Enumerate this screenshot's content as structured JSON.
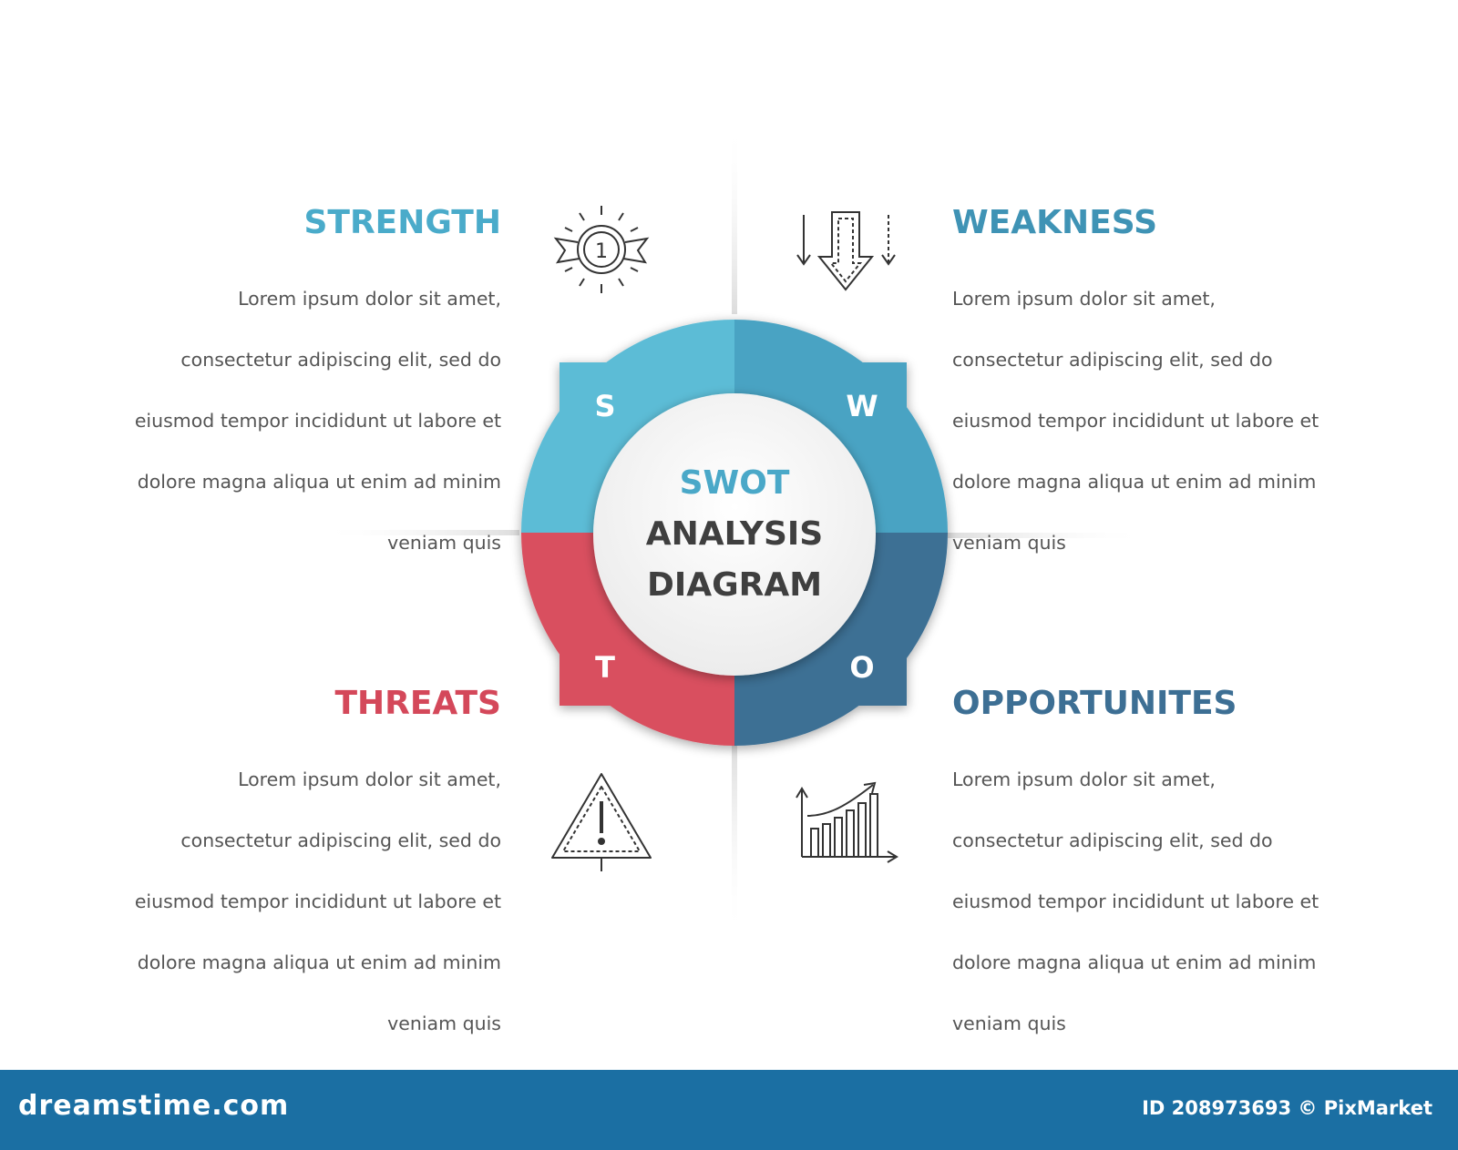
{
  "center": {
    "line1": "SWOT",
    "line2": "ANALYSIS",
    "line3": "DIAGRAM"
  },
  "quadrants": {
    "strength": {
      "letter": "S",
      "title": "STRENGTH",
      "color": "#5bbcd6",
      "icon": "award-medal-icon",
      "lines": [
        "Lorem ipsum dolor sit amet,",
        "consectetur adipiscing elit, sed do",
        "eiusmod tempor incididunt ut labore et",
        "dolore magna aliqua ut enim ad minim",
        "veniam quis"
      ]
    },
    "weakness": {
      "letter": "W",
      "title": "WEAKNESS",
      "color": "#4aa3c3",
      "icon": "down-arrows-icon",
      "lines": [
        "Lorem ipsum dolor sit amet,",
        "consectetur adipiscing elit, sed do",
        "eiusmod tempor incididunt ut labore et",
        "dolore magna aliqua ut enim ad minim",
        "veniam quis"
      ]
    },
    "opportunities": {
      "letter": "O",
      "title": "OPPORTUNITES",
      "color": "#3d6f94",
      "icon": "growth-chart-icon",
      "lines": [
        "Lorem ipsum dolor sit amet,",
        "consectetur adipiscing elit, sed do",
        "eiusmod tempor incididunt ut labore et",
        "dolore magna aliqua ut enim ad minim",
        "veniam quis"
      ]
    },
    "threats": {
      "letter": "T",
      "title": "THREATS",
      "color": "#d9505f",
      "icon": "warning-triangle-icon",
      "lines": [
        "Lorem ipsum dolor sit amet,",
        "consectetur adipiscing elit, sed do",
        "eiusmod tempor incididunt ut labore et",
        "dolore magna aliqua ut enim ad minim",
        "veniam quis"
      ]
    }
  },
  "footer": {
    "brand": "dreamstime.com",
    "id_text": "ID 208973693 © PixMarket",
    "color": "#1b6fa3"
  }
}
